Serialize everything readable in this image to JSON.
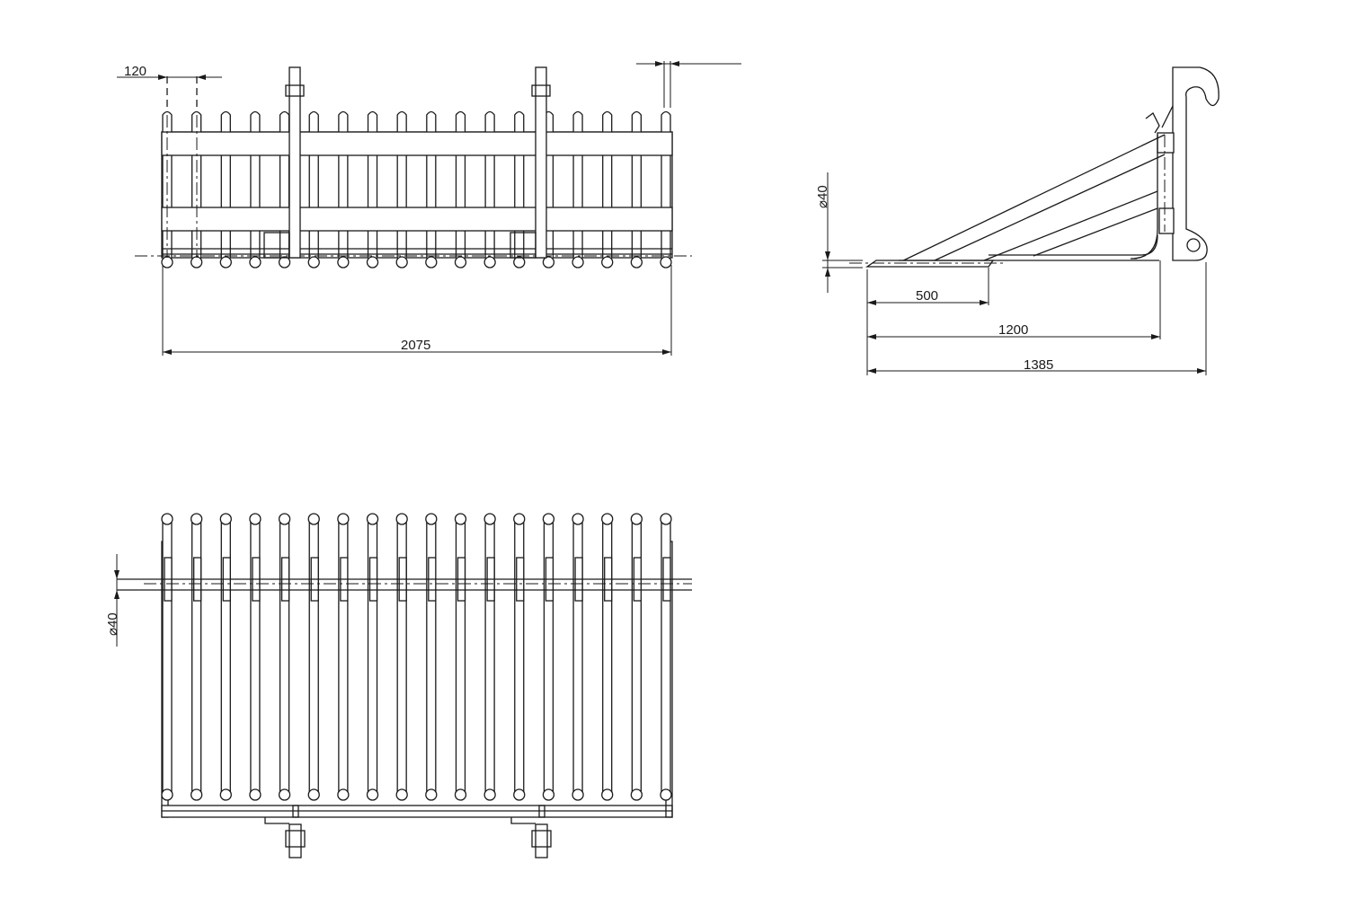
{
  "drawing": {
    "tine_count": 18,
    "front_view": {
      "dim_tine_spacing": "120",
      "dim_overall_width": "2075"
    },
    "side_view": {
      "dim_tine_diameter": "⌀40",
      "dim_tip_length": "500",
      "dim_tine_length": "1200",
      "dim_overall_depth": "1385"
    },
    "top_view": {
      "dim_tine_diameter": "⌀40"
    },
    "line_color": "#1a1a1a"
  }
}
